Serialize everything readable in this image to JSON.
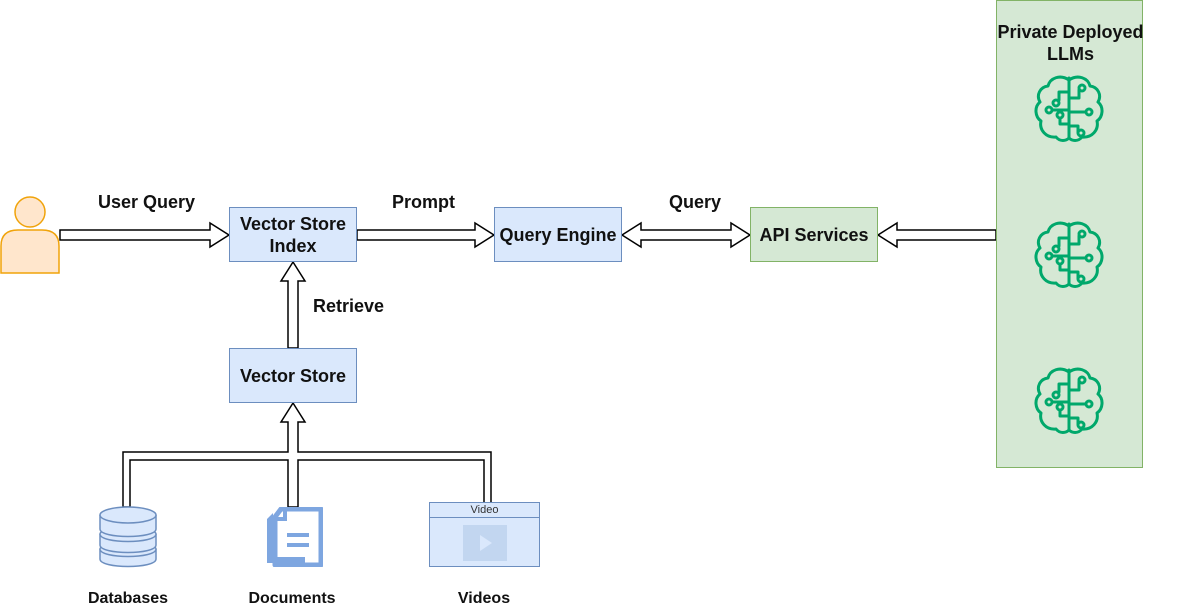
{
  "nodes": {
    "vector_store_index": "Vector Store Index",
    "query_engine": "Query Engine",
    "api_services": "API Services",
    "vector_store": "Vector Store",
    "llm_panel_title": "Private Deployed LLMs"
  },
  "edges": {
    "user_query": "User Query",
    "prompt": "Prompt",
    "query": "Query",
    "retrieve": "Retrieve"
  },
  "sources": {
    "databases": "Databases",
    "documents": "Documents",
    "videos": "Videos",
    "video_thumb_title": "Video"
  },
  "icons": {
    "user": "user-icon",
    "database": "database-icon",
    "document": "document-icon",
    "video": "video-icon",
    "llm": "brain-circuit-icon"
  },
  "colors": {
    "blue_fill": "#dae8fc",
    "blue_stroke": "#6c8ebf",
    "green_fill": "#d5e8d4",
    "green_stroke": "#82b366",
    "user_fill": "#ffe6cc",
    "user_stroke": "#f0a30a",
    "llm_icon": "#00a86b",
    "doc_icon": "#7ea6e0"
  }
}
